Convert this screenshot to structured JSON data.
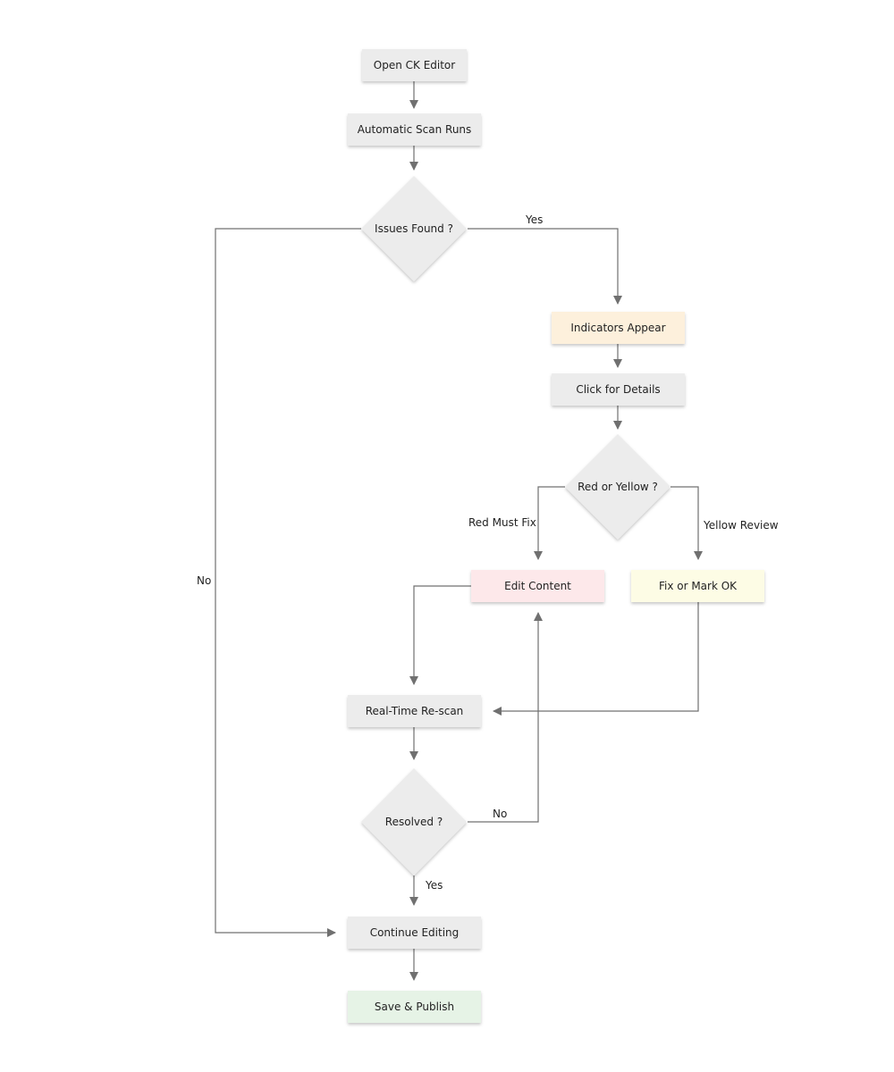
{
  "nodes": {
    "open_editor": "Open CK Editor",
    "auto_scan": "Automatic Scan Runs",
    "issues_found": "Issues Found ?",
    "indicators": "Indicators Appear",
    "click_details": "Click for Details",
    "red_or_yellow": "Red or Yellow ?",
    "edit_content": "Edit Content",
    "fix_or_mark": "Fix or Mark OK",
    "rescan": "Real-Time Re-scan",
    "resolved": "Resolved ?",
    "continue_editing": "Continue Editing",
    "save_publish": "Save & Publish"
  },
  "edge_labels": {
    "issues_yes": "Yes",
    "issues_no": "No",
    "red": "Red Must Fix",
    "yellow": "Yellow Review",
    "resolved_no": "No",
    "resolved_yes": "Yes"
  },
  "colors": {
    "default_fill": "#ececec",
    "indicators_fill": "#fdf0dc",
    "edit_content_fill": "#fde8ea",
    "fix_or_mark_fill": "#fdfce5",
    "save_publish_fill": "#e6f3e6",
    "edge": "#707070"
  }
}
